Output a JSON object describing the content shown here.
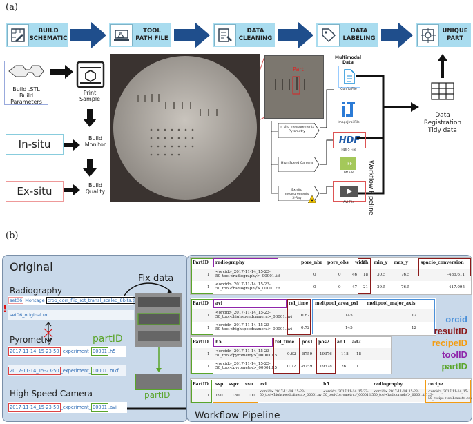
{
  "panel_a": {
    "label": "(a)",
    "stages": [
      {
        "icon": "ruler-pencil-icon",
        "label_line1": "BUILD",
        "label_line2": "SCHEMATIC"
      },
      {
        "icon": "flask-laptop-icon",
        "label_line1": "TOOL",
        "label_line2": "PATH FILE"
      },
      {
        "icon": "data-cleaning-icon",
        "label_line1": "DATA",
        "label_line2": "CLEANING"
      },
      {
        "icon": "tag-icon",
        "label_line1": "DATA",
        "label_line2": "LABELING"
      },
      {
        "icon": "part-icon",
        "label_line1": "UNIQUE",
        "label_line2": "PART"
      }
    ],
    "build_stl_line1": "Build .STL",
    "build_stl_line2": "Build Parameters",
    "print_sample_line1": "Print",
    "print_sample_line2": "Sample",
    "insitu": "In-situ",
    "build_monitor_line1": "Build",
    "build_monitor_line2": "Monitor",
    "exsitu": "Ex-situ",
    "build_quality_line1": "Build",
    "build_quality_line2": "Quality",
    "part_label": "Part",
    "measurements": [
      {
        "line1": "In situ measurements",
        "line2": "Pyrometry"
      },
      {
        "line1": "High Speed Camera",
        "line2": ""
      },
      {
        "line1": "Ex situ measurements",
        "line2": "X-Ray"
      }
    ],
    "multimodal_title": "Multimodal Data",
    "files": [
      "Config File",
      "ImageJ roi File",
      "HDF5 File",
      "Tiff File",
      "AVI File"
    ],
    "hdf_text": "HDF",
    "tiff_text": "TIFF",
    "workflow_vertical": "Workflow Pipeline",
    "registration_line1": "Data",
    "registration_line2": "Registration",
    "registration_line3": "Tidy data"
  },
  "panel_b": {
    "label": "(b)",
    "original_title": "Original",
    "radiography_title": "Radiography",
    "rad_file1_prefix": "set06",
    "rad_file1_mid": "Montage",
    "rad_file1_boxed": "crop_corr_flip_rot_transl_scaled_8bits.tif",
    "rad_file2": "set06_original.roi",
    "exclamation": "!",
    "pyrometry_title": "Pyrometry",
    "partid_green": "partID",
    "pyro_file1_a": "2017-11-14_15-23-50",
    "pyro_file1_b": "_experiment_",
    "pyro_file1_c": "00001",
    "pyro_file1_d": ".h5",
    "pyro_file2_a": "2017-11-14_15-23-50",
    "pyro_file2_b": "_experiment_",
    "pyro_file2_c": "00001",
    "pyro_file2_d": ".mkf",
    "hsc_title": "High Speed Camera",
    "hsc_file_a": "2017-11-14_15-23-50",
    "hsc_file_b": "_experiment_",
    "hsc_file_c": "00001",
    "hsc_file_d": ".avi",
    "fix_data": "Fix data",
    "partid_below": "partID",
    "workflow_pipeline": "Workflow Pipeline",
    "legend": [
      {
        "text": "orcid",
        "color": "#4a90d9"
      },
      {
        "text": "resultID",
        "color": "#8b1a1a"
      },
      {
        "text": "recipeID",
        "color": "#f39c12"
      },
      {
        "text": "toolID",
        "color": "#8e24aa"
      },
      {
        "text": "partID",
        "color": "#5aa52b"
      }
    ],
    "table1": {
      "headers": [
        "PartID",
        "radiography",
        "pore_nbr",
        "pore_obs",
        "width",
        "x",
        "min_y",
        "max_y",
        "spacio_conversion"
      ],
      "rows": [
        [
          "1",
          "<orcid>_2017-11-14_15-23-50_tool<radiography>_00001.tif",
          "0",
          "0",
          "46",
          "18",
          "30.5",
          "76.5",
          "-486.611"
        ],
        [
          "1",
          "<orcid>_2017-11-14_15-23-50_tool<radiography>_00001.tif",
          "0",
          "0",
          "47",
          "21",
          "29.5",
          "76.5",
          "-417.095"
        ]
      ]
    },
    "table2": {
      "headers": [
        "PartID",
        "avi",
        "rel_time",
        "meltpool_area_pxl",
        "meltpool_major_axis"
      ],
      "rows": [
        [
          "1",
          "<orcid>_2017-11-14_15-23-50_tool<highspeedcamera>_00001.avi",
          "0.62",
          "145",
          "12"
        ],
        [
          "1",
          "<orcid>_2017-11-14_15-23-50_tool<highspeedcamera>_00001.avi",
          "0.72",
          "145",
          "12"
        ]
      ]
    },
    "table3": {
      "headers": [
        "PartID",
        "h5",
        "rel_time",
        "pos1",
        "pos2",
        "ad1",
        "ad2"
      ],
      "rows": [
        [
          "1",
          "<orcid>_2017-11-14_15-23-50_tool<pyrometry>_00001.h5",
          "0.62",
          "-8759",
          "19376",
          "118",
          "18"
        ],
        [
          "1",
          "<orcid>_2017-11-14_15-23-50_tool<pyrometry>_00001.h5",
          "0.72",
          "-8759",
          "19378",
          "26",
          "11"
        ]
      ]
    },
    "table4": {
      "headers": [
        "PartID",
        "ssp",
        "sspv",
        "ssu",
        "avi",
        "h5",
        "radiography",
        "recipe"
      ],
      "rows": [
        [
          "1",
          "190",
          "180",
          "100",
          "<orcid>_2017-11-14_15-23-50_tool<highspeedcamera>_00001.avi",
          "<orcid>_2017-11-14_15-23-50_tool<pyrometry>_00001.h5",
          "<orcid>_2017-11-14_15-23-50_tool<radiography>_00001.tif",
          "<orcid>_2017-11-14_15-23-50_recipe<toolboxset>.csv"
        ]
      ]
    }
  }
}
